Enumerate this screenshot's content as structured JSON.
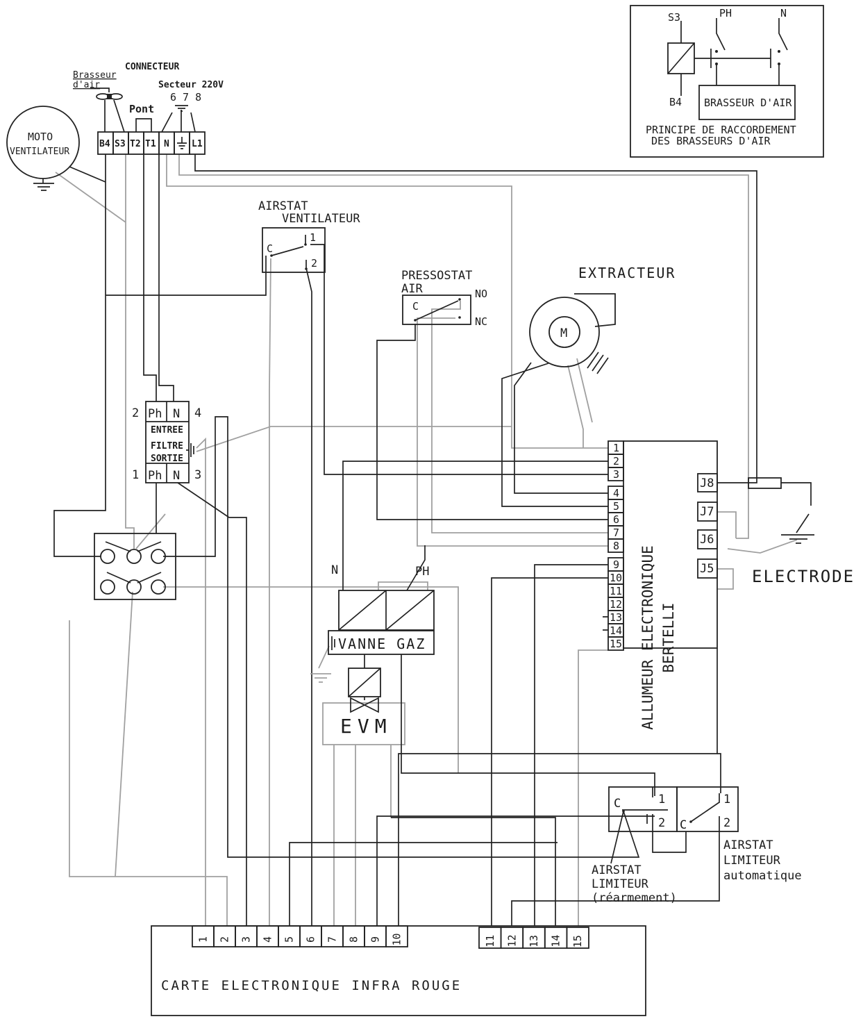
{
  "diagram": {
    "connector": {
      "title": "CONNECTEUR",
      "brasseur1": "Brasseur",
      "brasseur2": "d'air",
      "pont": "Pont",
      "secteur": "Secteur 220V",
      "secteur_pins": "6 7 8",
      "terminals": [
        "B4",
        "S3",
        "T2",
        "T1",
        "N",
        "",
        "L1"
      ]
    },
    "motor": {
      "line1": "MOTO",
      "line2": "VENTILATEUR"
    },
    "airstat_ventilateur": {
      "title1": "AIRSTAT",
      "title2": "VENTILATEUR",
      "c": "C",
      "t1": "1",
      "t2": "2"
    },
    "pressostat": {
      "title1": "PRESSOSTAT",
      "title2": "AIR",
      "c": "C",
      "no": "NO",
      "nc": "NC"
    },
    "extracteur": {
      "title": "EXTRACTEUR",
      "m": "M"
    },
    "filtre": {
      "n2": "2",
      "n4": "4",
      "n1": "1",
      "n3": "3",
      "ph_top": "Ph",
      "n_top": "N",
      "ph_bot": "Ph",
      "n_bot": "N",
      "entree": "ENTREE",
      "filtre": "FILTRE",
      "sortie": "SORTIE"
    },
    "vanne": {
      "n": "N",
      "ph": "PH",
      "label": "VANNE GAZ",
      "evm": "EVM"
    },
    "allumeur": {
      "name1": "ALLUMEUR ELECTRONIQUE",
      "name2": "BERTELLI",
      "terminals": [
        "1",
        "2",
        "3",
        "4",
        "5",
        "6",
        "7",
        "8",
        "9",
        "10",
        "11",
        "12",
        "13",
        "14",
        "15"
      ],
      "jacks": [
        "J8",
        "J7",
        "J6",
        "J5"
      ],
      "electrode": "ELECTRODE"
    },
    "limiteur1": {
      "c": "C",
      "t1": "1",
      "t2": "2",
      "l1": "AIRSTAT",
      "l2": "LIMITEUR",
      "l3": "(réarmement)"
    },
    "limiteur2": {
      "c": "C",
      "t1": "1",
      "t2": "2",
      "l1": "AIRSTAT",
      "l2": "LIMITEUR",
      "l3": "automatique"
    },
    "carte": {
      "label": "CARTE ELECTRONIQUE INFRA ROUGE",
      "terminals": [
        "1",
        "2",
        "3",
        "4",
        "5",
        "6",
        "7",
        "8",
        "9",
        "10"
      ],
      "terminals2": [
        "11",
        "12",
        "13",
        "14",
        "15"
      ]
    },
    "inset": {
      "s3": "S3",
      "ph": "PH",
      "n": "N",
      "b4": "B4",
      "box": "BRASSEUR  D'AIR",
      "caption1": "PRINCIPE DE RACCORDEMENT",
      "caption2": "DES BRASSEURS D'AIR"
    }
  }
}
